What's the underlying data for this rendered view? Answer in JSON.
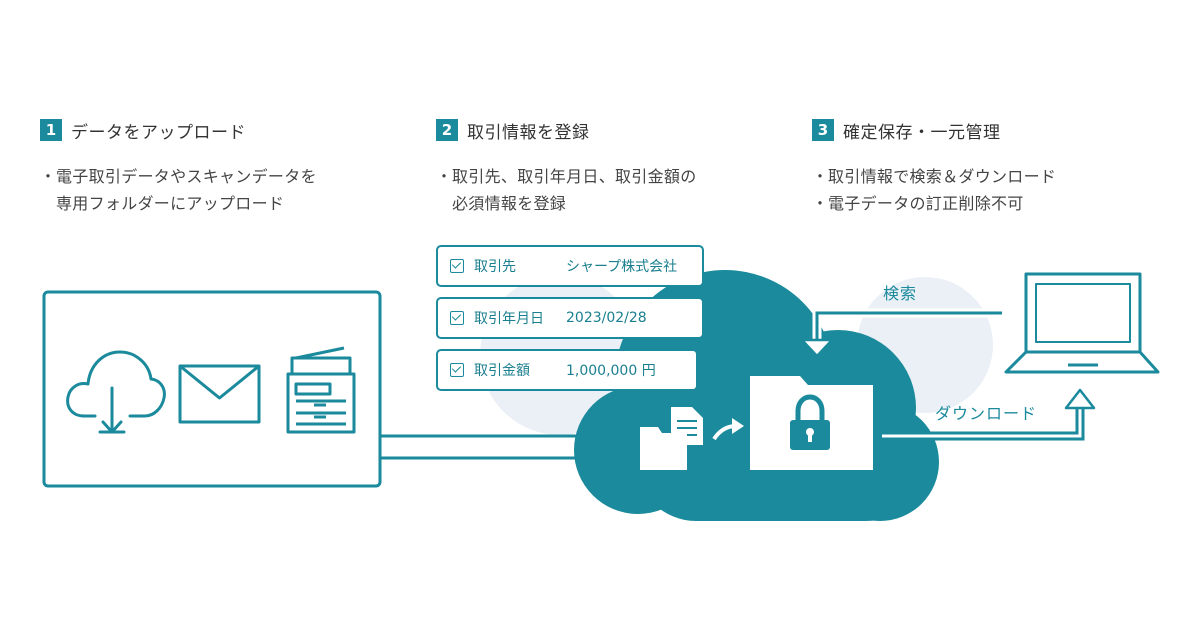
{
  "steps": [
    {
      "number": "1",
      "title": "データをアップロード",
      "lines": [
        "電子取引データやスキャンデータを",
        "専用フォルダーにアップロード"
      ]
    },
    {
      "number": "2",
      "title": "取引情報を登録",
      "lines": [
        "取引先、取引年月日、取引金額の",
        "必須情報を登録"
      ]
    },
    {
      "number": "3",
      "title": "確定保存・一元管理",
      "lines": [
        "取引情報で検索＆ダウンロード",
        "電子データの訂正削除不可"
      ]
    }
  ],
  "bullet": "・",
  "fields": [
    {
      "label": "取引先",
      "value": "シャープ株式会社"
    },
    {
      "label": "取引年月日",
      "value": "2023/02/28"
    },
    {
      "label": "取引金額",
      "value": "1,000,000 円"
    }
  ],
  "labels": {
    "search": "検索",
    "download": "ダウンロード"
  },
  "colors": {
    "teal": "#1a8a9c",
    "light_blue": "#eaf0f6"
  },
  "icons": [
    "cloud-download-icon",
    "envelope-icon",
    "multifunction-printer-icon",
    "document-icon",
    "folder-icon",
    "lock-folder-icon",
    "laptop-icon"
  ]
}
